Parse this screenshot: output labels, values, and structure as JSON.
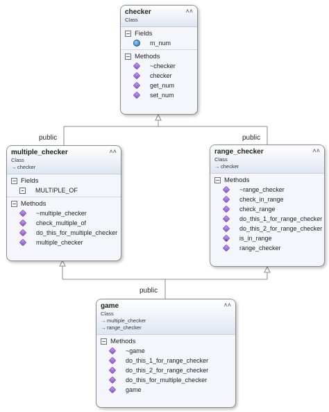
{
  "classes": {
    "checker": {
      "name": "checker",
      "stereotype": "Class",
      "fields_label": "Fields",
      "fields": [
        "m_num"
      ],
      "methods_label": "Methods",
      "methods": [
        "~checker",
        "checker",
        "get_num",
        "set_num"
      ]
    },
    "multiple_checker": {
      "name": "multiple_checker",
      "stereotype": "Class",
      "base": "checker",
      "fields_label": "Fields",
      "fields": [
        "MULTIPLE_OF"
      ],
      "methods_label": "Methods",
      "methods": [
        "~multiple_checker",
        "check_multiple_of",
        "do_this_for_multiple_checker",
        "multiple_checker"
      ]
    },
    "range_checker": {
      "name": "range_checker",
      "stereotype": "Class",
      "base": "checker",
      "methods_label": "Methods",
      "methods": [
        "~range_checker",
        "check_in_range",
        "check_range",
        "do_this_1_for_range_checker",
        "do_this_2_for_range_checker",
        "is_in_range",
        "range_checker"
      ]
    },
    "game": {
      "name": "game",
      "stereotype": "Class",
      "bases": [
        "multiple_checker",
        "range_checker"
      ],
      "methods_label": "Methods",
      "methods": [
        "~game",
        "do_this_1_for_range_checker",
        "do_this_2_for_range_checker",
        "do_this_for_multiple_checker",
        "game"
      ]
    }
  },
  "edges": {
    "left_label": "public",
    "right_label": "public",
    "bottom_label": "public"
  },
  "icons": {
    "collapse": "chevron-up-icon",
    "inherit": "arrow-right-icon",
    "method": "method-icon",
    "field": "field-icon",
    "constant": "constant-icon",
    "private": "lock-icon"
  }
}
